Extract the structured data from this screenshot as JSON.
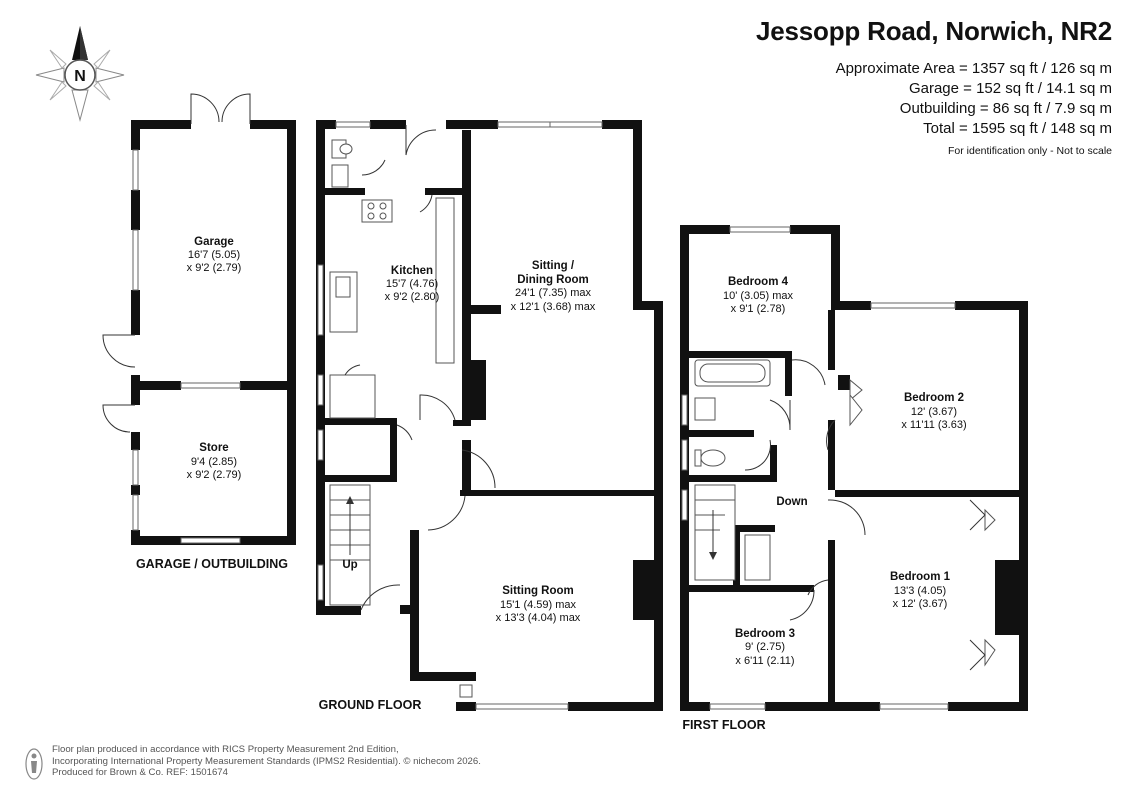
{
  "header": {
    "title": "Jessopp Road, Norwich, NR2",
    "areas": [
      "Approximate Area = 1357 sq ft / 126 sq m",
      "Garage = 152 sq ft / 14.1 sq m",
      "Outbuilding = 86 sq ft / 7.9 sq m",
      "Total = 1595 sq ft / 148 sq m"
    ],
    "note": "For identification only - Not to scale"
  },
  "compass": {
    "label": "N"
  },
  "rooms": {
    "garage": {
      "name": "Garage",
      "dim1": "16'7 (5.05)",
      "dim2": "x 9'2 (2.79)"
    },
    "store": {
      "name": "Store",
      "dim1": "9'4 (2.85)",
      "dim2": "x 9'2 (2.79)"
    },
    "kitchen": {
      "name": "Kitchen",
      "dim1": "15'7 (4.76)",
      "dim2": "x 9'2 (2.80)"
    },
    "sitting_dining": {
      "name1": "Sitting /",
      "name2": "Dining Room",
      "dim1": "24'1 (7.35) max",
      "dim2": "x 12'1 (3.68) max"
    },
    "sitting_room": {
      "name": "Sitting Room",
      "dim1": "15'1 (4.59) max",
      "dim2": "x 13'3 (4.04) max"
    },
    "bedroom4": {
      "name": "Bedroom 4",
      "dim1": "10' (3.05) max",
      "dim2": "x 9'1 (2.78)"
    },
    "bedroom2": {
      "name": "Bedroom 2",
      "dim1": "12' (3.67)",
      "dim2": "x 11'11 (3.63)"
    },
    "bedroom1": {
      "name": "Bedroom 1",
      "dim1": "13'3 (4.05)",
      "dim2": "x 12' (3.67)"
    },
    "bedroom3": {
      "name": "Bedroom 3",
      "dim1": "9' (2.75)",
      "dim2": "x 6'11 (2.11)"
    }
  },
  "stairs": {
    "up": "Up",
    "down": "Down"
  },
  "floors": {
    "outbuilding": "GARAGE / OUTBUILDING",
    "ground": "GROUND FLOOR",
    "first": "FIRST FLOOR"
  },
  "footer": {
    "line1": "Floor plan produced in accordance with RICS Property Measurement 2nd Edition,",
    "line2": "Incorporating International Property Measurement Standards (IPMS2 Residential).  © nichecom 2026.",
    "line3": "Produced for Brown & Co.   REF: 1501674"
  }
}
